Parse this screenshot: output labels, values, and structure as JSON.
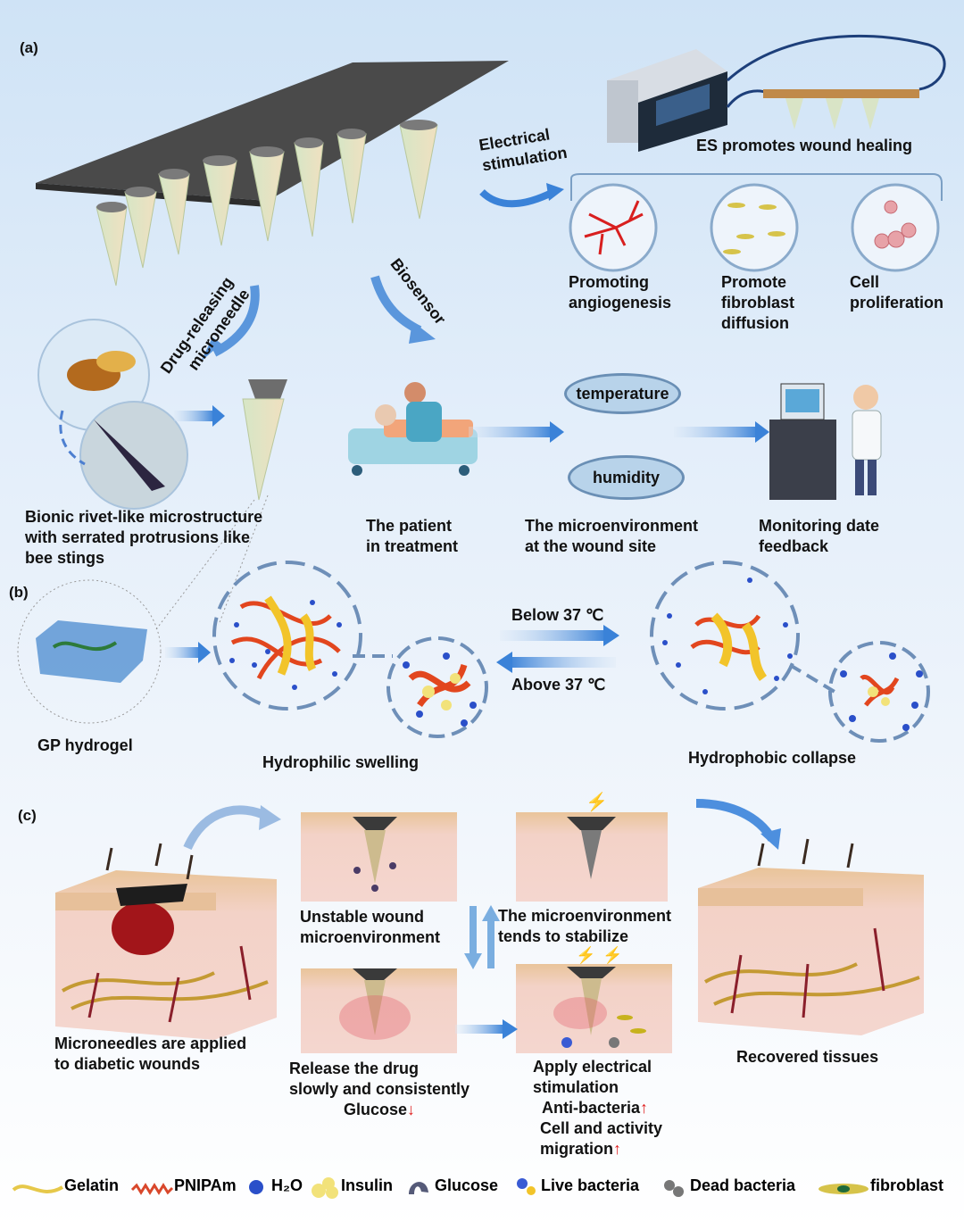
{
  "panels": {
    "a": "(a)",
    "b": "(b)",
    "c": "(c)"
  },
  "section_a": {
    "electrical_stimulation": [
      "Electrical",
      "stimulation"
    ],
    "es_promotes": "ES  promotes wound healing",
    "effects": [
      [
        "Promoting",
        "angiogenesis"
      ],
      [
        "Promote",
        "fibroblast",
        "diffusion"
      ],
      [
        "Cell",
        "proliferation"
      ]
    ],
    "drug_releasing": [
      "Drug-releasing",
      "microneedle"
    ],
    "biosensor": "Biosensor",
    "bionic": [
      "Bionic rivet-like microstructure",
      "with serrated protrusions like",
      "bee stings"
    ],
    "patient": [
      "The patient",
      "in treatment"
    ],
    "temperature": "temperature",
    "humidity": "humidity",
    "microenvironment": [
      "The microenvironment",
      "at the wound site"
    ],
    "monitoring": [
      "Monitoring date",
      "feedback"
    ]
  },
  "section_b": {
    "gp_hydrogel": "GP hydrogel",
    "below": "Below 37 ℃",
    "above": "Above 37 ℃",
    "swelling": "Hydrophilic swelling",
    "collapse": "Hydrophobic collapse"
  },
  "section_c": {
    "applied": [
      "Microneedles are applied",
      "to diabetic wounds"
    ],
    "unstable": [
      "Unstable wound",
      "microenvironment"
    ],
    "stabilize": [
      "The microenvironment",
      "tends to stabilize"
    ],
    "release": [
      "Release the drug",
      "slowly and consistently",
      "Glucose"
    ],
    "apply_es": [
      "Apply electrical",
      "stimulation",
      "Anti-bacteria",
      "Cell and activity",
      "migration"
    ],
    "recovered": "Recovered tissues",
    "up_arrow": "↑",
    "down_arrow": "↓"
  },
  "legend": [
    {
      "label": "Gelatin",
      "icon": "gelatin-wave-icon",
      "color": "#e6c84a"
    },
    {
      "label": "PNIPAm",
      "icon": "pnipam-wave-icon",
      "color": "#d9472b"
    },
    {
      "label": "H₂O",
      "icon": "water-dot-icon",
      "color": "#2a4fc9"
    },
    {
      "label": "Insulin",
      "icon": "insulin-blob-icon",
      "color": "#f2e27a"
    },
    {
      "label": "Glucose",
      "icon": "glucose-icon",
      "color": "#555a78"
    },
    {
      "label": "Live bacteria",
      "icon": "live-bacteria-icon",
      "color": "#3a5bd4"
    },
    {
      "label": "Dead bacteria",
      "icon": "dead-bacteria-icon",
      "color": "#777777"
    },
    {
      "label": "fibroblast",
      "icon": "fibroblast-icon",
      "color": "#c7b21d"
    }
  ]
}
